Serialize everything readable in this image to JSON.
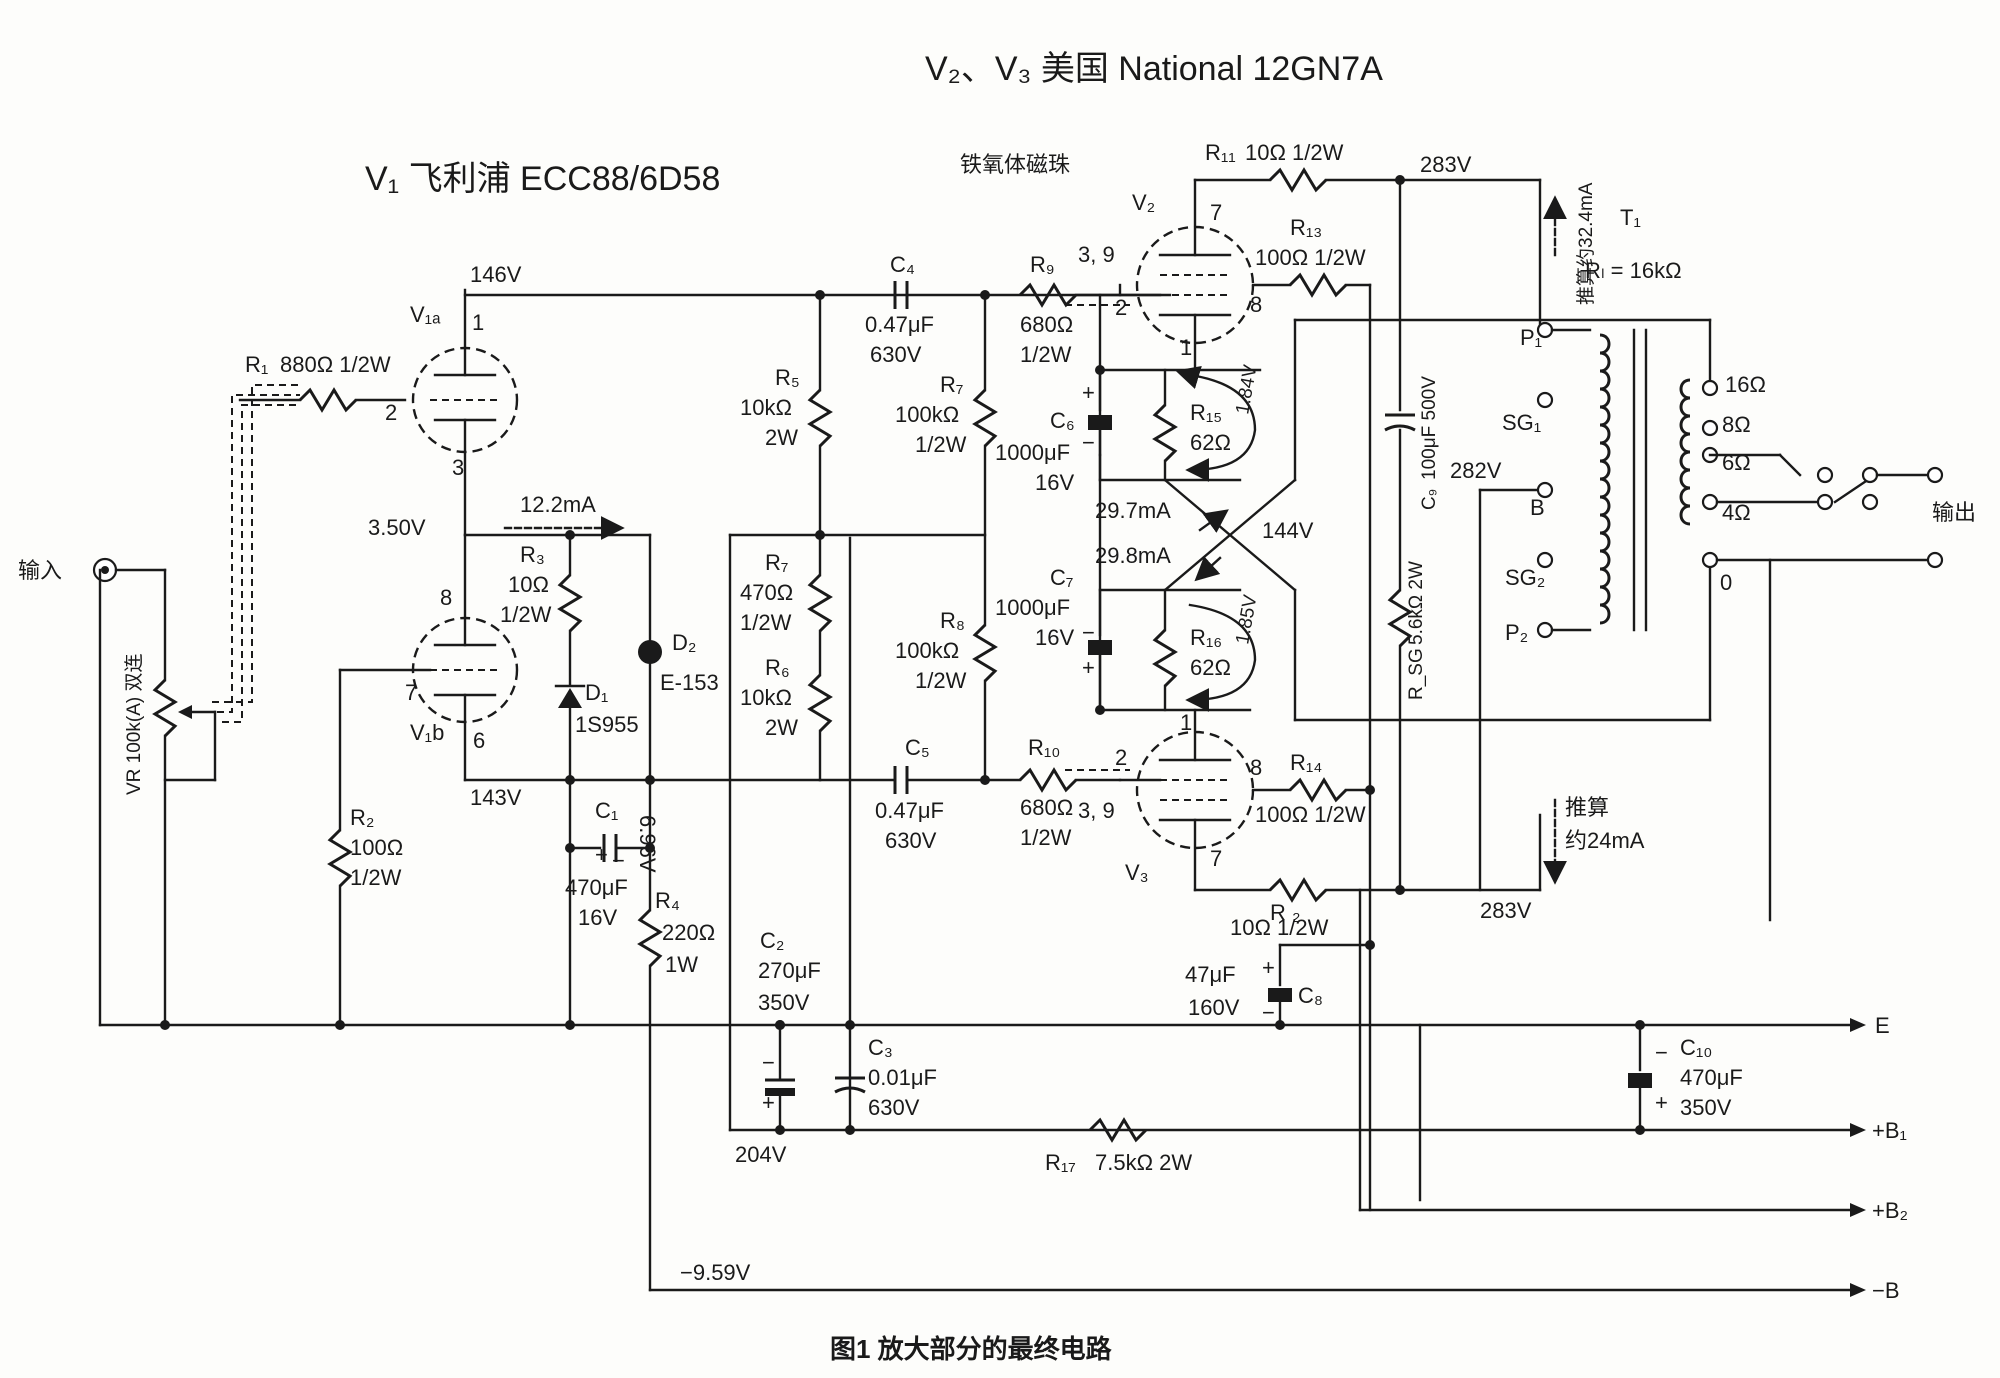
{
  "titles": {
    "v23": "V₂、V₃ 美国 National 12GN7A",
    "v1": "V₁ 飞利浦 ECC88/6D58",
    "caption": "图1   放大部分的最终电路"
  },
  "tubes": {
    "v1a": {
      "name": "V₁ₐ",
      "pins": [
        "1",
        "2",
        "3"
      ]
    },
    "v1b": {
      "name": "V₁b",
      "pins": [
        "8",
        "7",
        "6"
      ]
    },
    "v2": {
      "name": "V₂",
      "pins": [
        "7",
        "3, 9",
        "2",
        "8",
        "1"
      ]
    },
    "v3": {
      "name": "V₃",
      "pins": [
        "1",
        "2",
        "3, 9",
        "8",
        "7"
      ]
    }
  },
  "labels": {
    "ferrite": "铁氧体磁珠",
    "input": "输入",
    "output": "输出",
    "vr": "VR 100k(A) 双连",
    "t1": "T₁",
    "rl": "Rₗ = 16kΩ",
    "est_top": "推算约32.4mA",
    "est_bottom_1": "推算",
    "est_bottom_2": "约24mA"
  },
  "components": {
    "r1": {
      "name": "R₁",
      "value": "880Ω 1/2W"
    },
    "r2": {
      "name": "R₂",
      "value1": "100Ω",
      "value2": "1/2W"
    },
    "r3": {
      "name": "R₃",
      "value1": "10Ω",
      "value2": "1/2W"
    },
    "r4": {
      "name": "R₄",
      "value1": "220Ω",
      "value2": "1W"
    },
    "r5": {
      "name": "R₅",
      "value1": "10kΩ",
      "value2": "2W"
    },
    "r6": {
      "name": "R₆",
      "value1": "10kΩ",
      "value2": "2W"
    },
    "r7a": {
      "name": "R₇",
      "value1": "470Ω",
      "value2": "1/2W"
    },
    "r7b": {
      "name": "R₇",
      "value1": "100kΩ",
      "value2": "1/2W"
    },
    "r8": {
      "name": "R₈",
      "value1": "100kΩ",
      "value2": "1/2W"
    },
    "r9": {
      "name": "R₉",
      "value1": "680Ω",
      "value2": "1/2W"
    },
    "r10": {
      "name": "R₁₀",
      "value1": "680Ω",
      "value2": "1/2W"
    },
    "r11": {
      "name": "R₁₁",
      "value": "10Ω 1/2W"
    },
    "r12": {
      "name": "R ₂",
      "value": "10Ω 1/2W"
    },
    "r13": {
      "name": "R₁₃",
      "value": "100Ω 1/2W"
    },
    "r14": {
      "name": "R₁₄",
      "value": "100Ω 1/2W"
    },
    "r15": {
      "name": "R₁₅",
      "value": "62Ω"
    },
    "r16": {
      "name": "R₁₆",
      "value": "62Ω"
    },
    "r17": {
      "name": "R₁₇",
      "value": "7.5kΩ 2W"
    },
    "rsg": {
      "name": "R_SG",
      "value": "5.6kΩ 2W"
    },
    "c1": {
      "name": "C₁",
      "value1": "470μF",
      "value2": "16V"
    },
    "c2": {
      "name": "C₂",
      "value1": "270μF",
      "value2": "350V"
    },
    "c3": {
      "name": "C₃",
      "value1": "0.01μF",
      "value2": "630V"
    },
    "c4": {
      "name": "C₄",
      "value1": "0.47μF",
      "value2": "630V"
    },
    "c5": {
      "name": "C₅",
      "value1": "0.47μF",
      "value2": "630V"
    },
    "c6": {
      "name": "C₆",
      "value1": "1000μF",
      "value2": "16V"
    },
    "c7": {
      "name": "C₇",
      "value1": "1000μF",
      "value2": "16V"
    },
    "c8": {
      "name": "C₈",
      "value1": "47μF",
      "value2": "160V"
    },
    "c9": {
      "name": "C₉",
      "value": "100μF 500V"
    },
    "c10": {
      "name": "C₁₀",
      "value1": "470μF",
      "value2": "350V"
    },
    "d1": {
      "name": "D₁",
      "value": "1S955"
    },
    "d2": {
      "name": "D₂",
      "value": "E-153"
    }
  },
  "voltages": {
    "v146": "146V",
    "v350": "3.50V",
    "v143": "143V",
    "v696": "6.96V",
    "v283a": "283V",
    "v283b": "283V",
    "v282": "282V",
    "v144": "144V",
    "v204": "204V",
    "v959": "−9.59V",
    "v184": "1.84V",
    "v185": "1.85V"
  },
  "currents": {
    "i122": "12.2mA",
    "i297": "29.7mA",
    "i298": "29.8mA"
  },
  "transformer": {
    "p1": "P₁",
    "sg1": "SG₁",
    "b": "B",
    "sg2": "SG₂",
    "p2": "P₂",
    "t16": "16Ω",
    "t8": "8Ω",
    "t6": "6Ω",
    "t4": "4Ω",
    "t0": "0"
  },
  "rails": {
    "e": "E",
    "b1": "+B₁",
    "b2": "+B₂",
    "bneg": "−B"
  },
  "polarity": {
    "plus": "+",
    "minus": "−"
  }
}
